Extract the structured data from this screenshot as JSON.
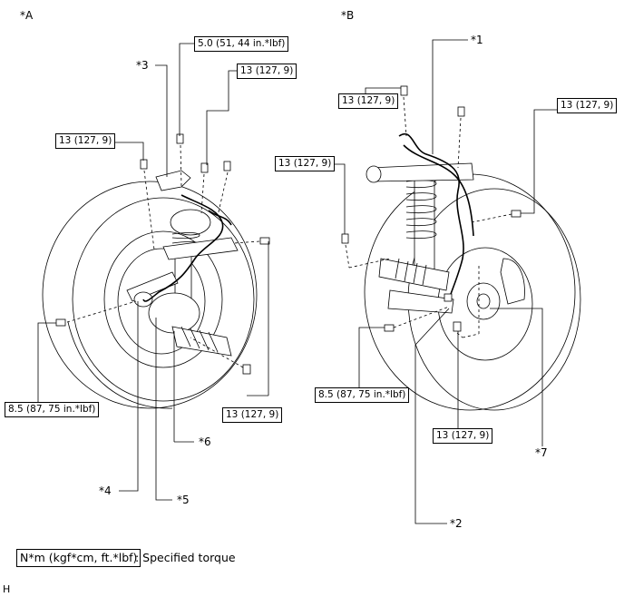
{
  "views": {
    "a": {
      "label": "*A"
    },
    "b": {
      "label": "*B"
    }
  },
  "callouts": {
    "c1": "*1",
    "c2": "*2",
    "c3": "*3",
    "c4": "*4",
    "c5": "*5",
    "c6": "*6",
    "c7": "*7"
  },
  "torques": {
    "a_top": "5.0 (51, 44 in.*lbf)",
    "a_upper_right": "13 (127, 9)",
    "a_left": "13 (127, 9)",
    "a_bottom_left": "8.5 (87, 75 in.*lbf)",
    "a_bottom_right": "13 (127, 9)",
    "b_top_left": "13 (127, 9)",
    "b_top_right": "13 (127, 9)",
    "b_left": "13 (127, 9)",
    "b_bottom_left": "8.5 (87, 75 in.*lbf)",
    "b_bottom": "13 (127, 9)"
  },
  "legend": {
    "unit": "N*m (kgf*cm, ft.*lbf)",
    "description": ": Specified torque"
  },
  "footer": {
    "code": "H"
  }
}
